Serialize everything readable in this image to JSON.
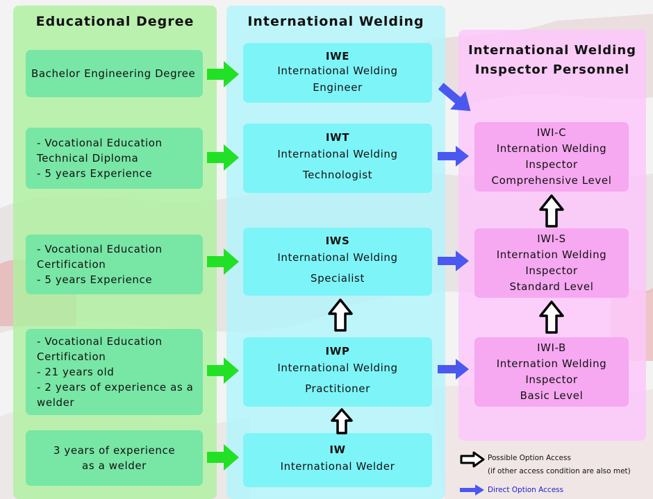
{
  "headings": {
    "educational": "Educational Degree",
    "international": "International Welding",
    "inspector_line1": "International Welding",
    "inspector_line2": "Inspector Personnel"
  },
  "education": [
    {
      "lines": [
        "Bachelor Engineering Degree"
      ]
    },
    {
      "lines": [
        " - Vocational Education",
        "Technical Diploma",
        " - 5 years Experience"
      ]
    },
    {
      "lines": [
        " - Vocational Education",
        "Certification",
        " - 5 years Experience"
      ]
    },
    {
      "lines": [
        " - Vocational Education",
        "Certification",
        " - 21 years old",
        " - 2 years of experience as a",
        "welder"
      ]
    },
    {
      "lines": [
        "3 years of experience",
        "as a welder"
      ]
    }
  ],
  "welding": [
    {
      "code": "IWE",
      "name1": "International Welding",
      "name2": "Engineer"
    },
    {
      "code": "IWT",
      "name1": "International Welding",
      "name2": "Technologist"
    },
    {
      "code": "IWS",
      "name1": "International Welding",
      "name2": "Specialist"
    },
    {
      "code": "IWP",
      "name1": "International Welding",
      "name2": "Practitioner"
    },
    {
      "code": "IW",
      "name1": "International Welder",
      "name2": ""
    }
  ],
  "inspector": [
    {
      "lines": [
        "IWI-C",
        "Internation Welding",
        "Inspector",
        "Comprehensive Level"
      ]
    },
    {
      "lines": [
        "IWI-S",
        "Internation Welding",
        "Inspector",
        "Standard Level"
      ]
    },
    {
      "lines": [
        "IWI-B",
        "Internation Welding",
        "Inspector",
        "Basic Level"
      ]
    }
  ],
  "legend": {
    "possible": "Possible Option Access",
    "possible_note": "(if other access condition are also met)",
    "direct": "Direct Option Access"
  },
  "colors": {
    "green_arrow": "#22e026",
    "blue_arrow": "#4a58f0",
    "education_box": "#78e6a5",
    "welding_box": "#7df4f8",
    "inspector_box": "#f6a8f1"
  }
}
